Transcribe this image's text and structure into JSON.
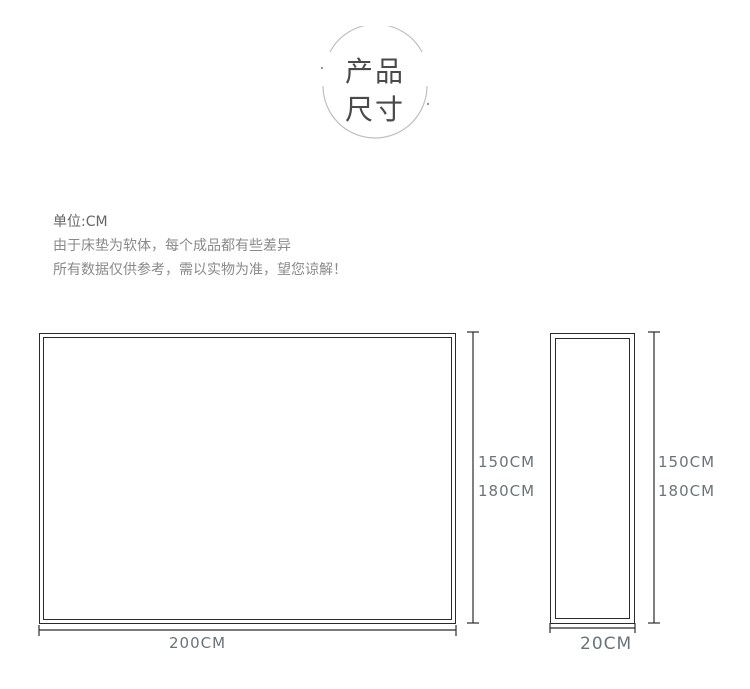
{
  "badge": {
    "line1": "产品",
    "line2": "尺寸"
  },
  "notes": {
    "unit": "单位:CM",
    "line1": "由于床垫为软体，每个成品都有些差异",
    "line2": "所有数据仅供参考，需以实物为准，望您谅解！"
  },
  "front_view": {
    "heights": [
      "150CM",
      "180CM"
    ],
    "width": "200CM"
  },
  "side_view": {
    "heights": [
      "150CM",
      "180CM"
    ],
    "thickness": "20CM"
  }
}
